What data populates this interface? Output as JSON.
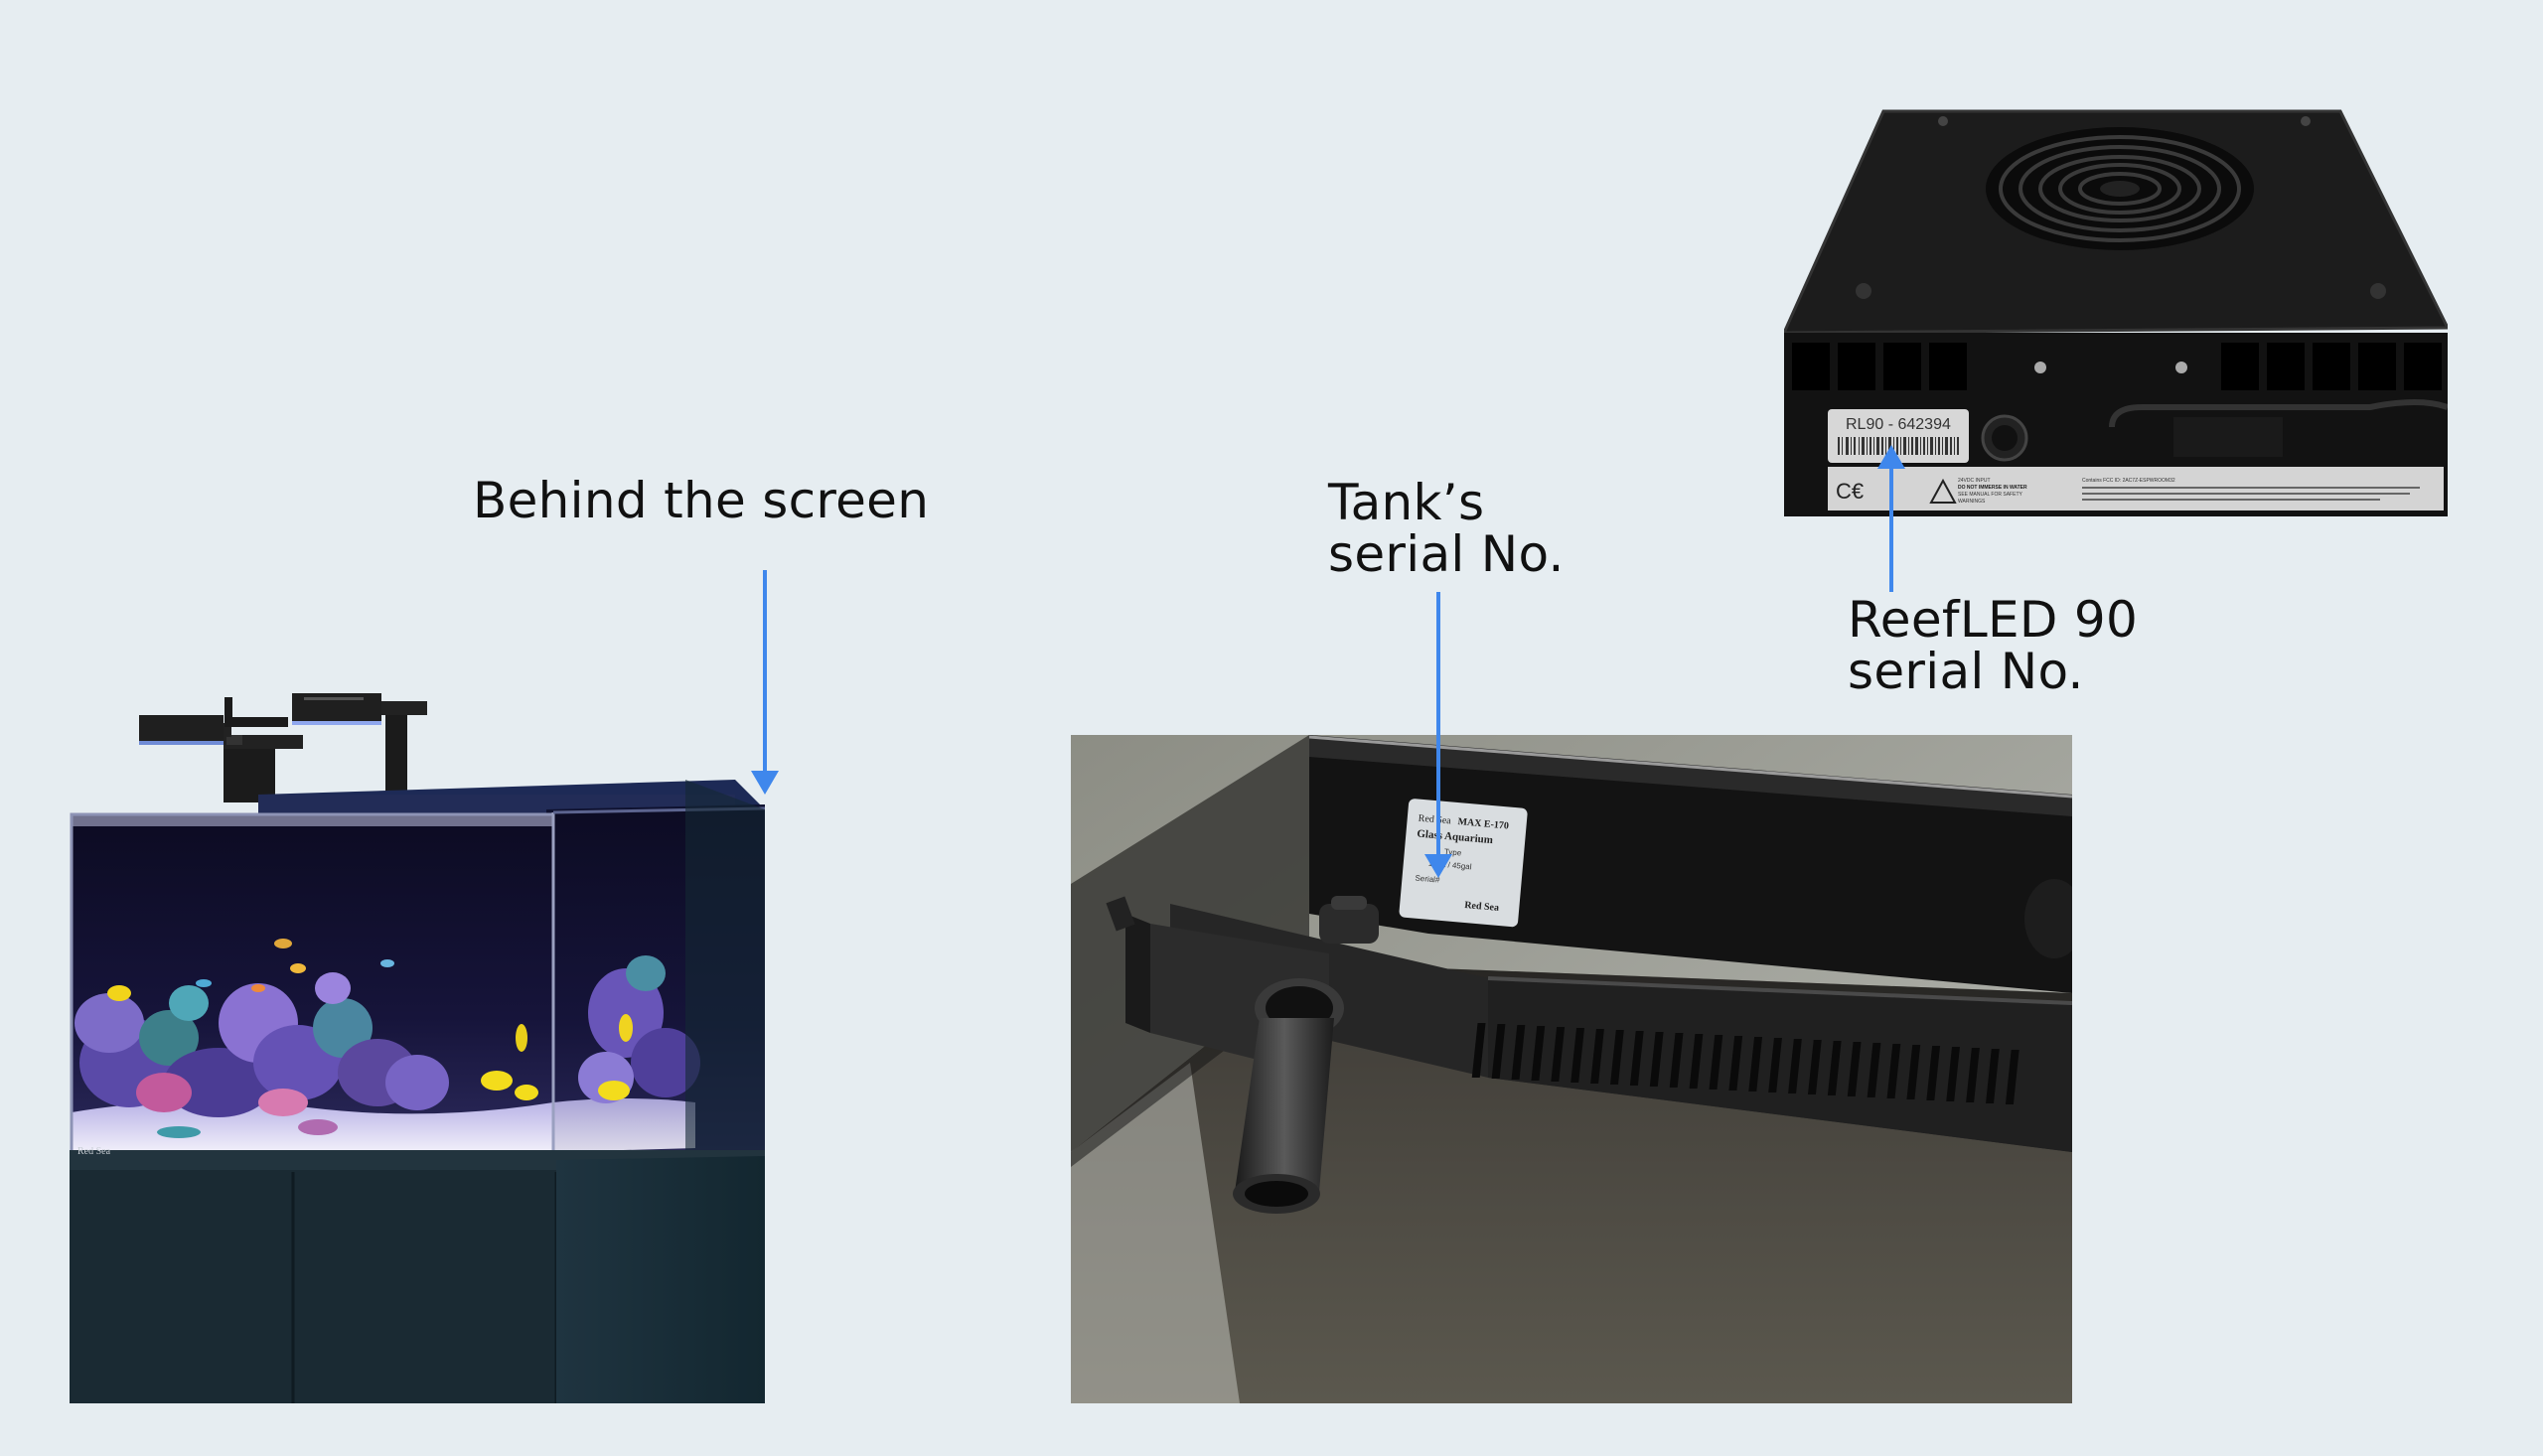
{
  "labels": {
    "behind_screen": "Behind the screen",
    "tank_serial": [
      "Tank’s",
      "serial No."
    ],
    "reefled_serial": [
      "ReefLED 90",
      "serial No."
    ]
  },
  "tank_sticker": {
    "brand": "Red Sea",
    "model": "MAX E-170",
    "line2": "Glass Aquarium",
    "type_label": "Type",
    "volume": "170L / 45gal",
    "serial_label": "Serial#",
    "logo": "Red Sea"
  },
  "reefled_sticker": {
    "serial": "RL90 - 642394",
    "input": "24VDC INPUT",
    "warning": "DO NOT IMMERSE IN WATER",
    "manual": "SEE MANUAL FOR SAFETY",
    "warnings": "WARNINGS",
    "fcc": "Contains FCC ID: 2AC7Z-ESPWROOM32"
  },
  "cabinet_logo": "Red Sea",
  "colors": {
    "background": "#e6edf1",
    "arrow": "#3f87ec",
    "cabinet": "#1a2a33",
    "led_body": "#1b1b1b"
  }
}
